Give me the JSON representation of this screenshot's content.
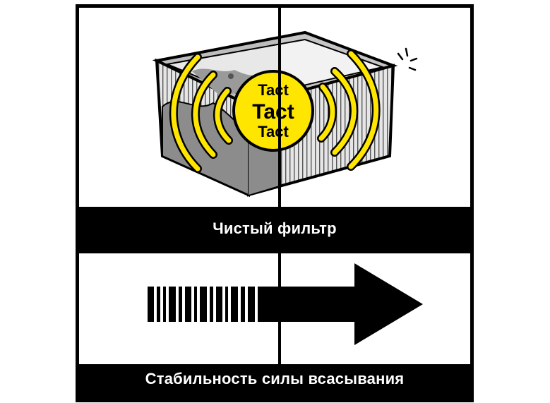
{
  "illustration": {
    "badge_lines": [
      "Tact",
      "Tact",
      "Tact"
    ],
    "top_caption": "Чистый фильтр",
    "bottom_caption": "Стабильность силы всасывания",
    "colors": {
      "accent_yellow": "#ffe600",
      "background": "#ffffff",
      "ink": "#000000",
      "box_gray": "#d0d0d0",
      "dust_gray": "#8c8c8c"
    },
    "icons": [
      "filter-box-icon",
      "vibration-waves-icon",
      "tact-badge-icon",
      "shake-spark-icon",
      "barcode-stripes-icon",
      "arrow-right-icon"
    ]
  }
}
